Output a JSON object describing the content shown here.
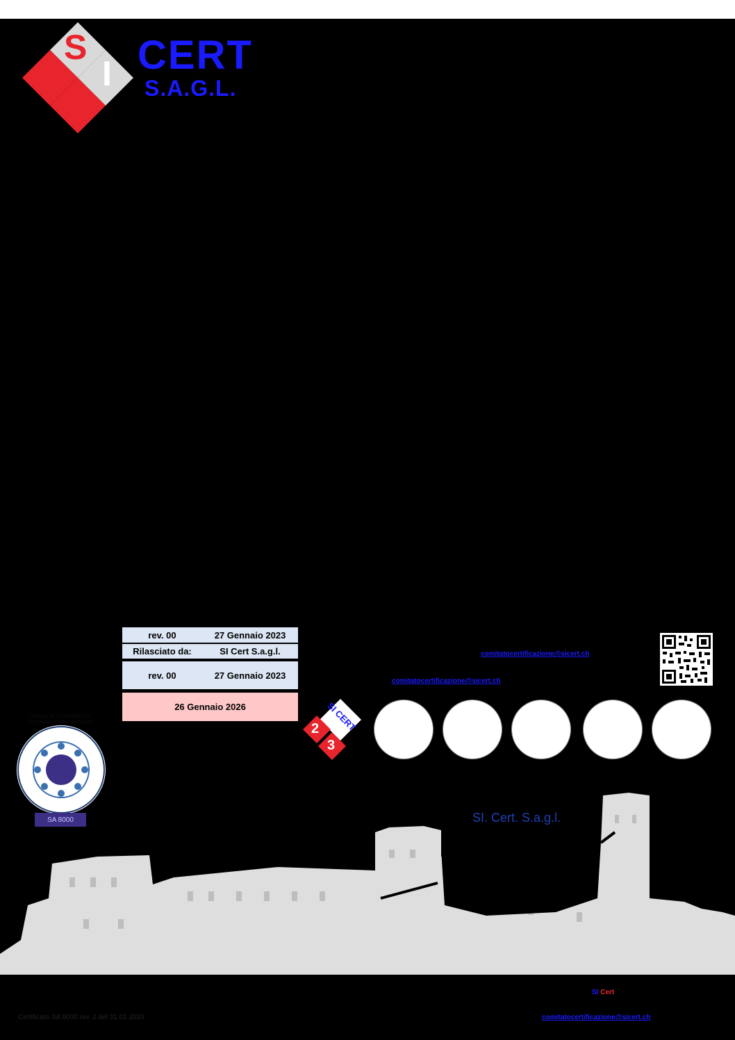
{
  "logo": {
    "letter_s": "S",
    "letter_i": "I",
    "cert": "CERT",
    "sagl": "S.A.G.L."
  },
  "table": {
    "row1": {
      "rev": "rev. 00",
      "date": "27 Gennaio 2023"
    },
    "row2": {
      "label": "Rilasciato da:",
      "value": "SI Cert S.a.g.l."
    },
    "row3": {
      "rev": "rev. 00",
      "date": "27 Gennaio 2023"
    },
    "row4": {
      "date": "26 Gennaio 2026"
    }
  },
  "emails": {
    "email1": "comitatocertificazione@sicert.ch",
    "email2": "comitatocertificazione@sicert.ch",
    "footer_email": "comitatocertificazione@sicert.ch"
  },
  "badge": {
    "label": "SI CERT",
    "num1": "2",
    "num2": "3"
  },
  "seal": {
    "ring_text": "SOCIAL ACCOUNTABILITY ACCREDITATION SERVICES",
    "tag": "SA 8000"
  },
  "castle_caption": "SI. Cert. S.a.g.l.",
  "footer": {
    "si": "SI",
    "cert": "Cert",
    "certificate_ref": "Certificato SA 8000 rev. 2 del 31.01.2020"
  },
  "colors": {
    "brand_blue": "#1a1aff",
    "brand_red": "#e8242c",
    "tile_gray": "#d9d9d9",
    "row_blue": "#dce6f4",
    "row_pink": "#ffc8c8"
  }
}
